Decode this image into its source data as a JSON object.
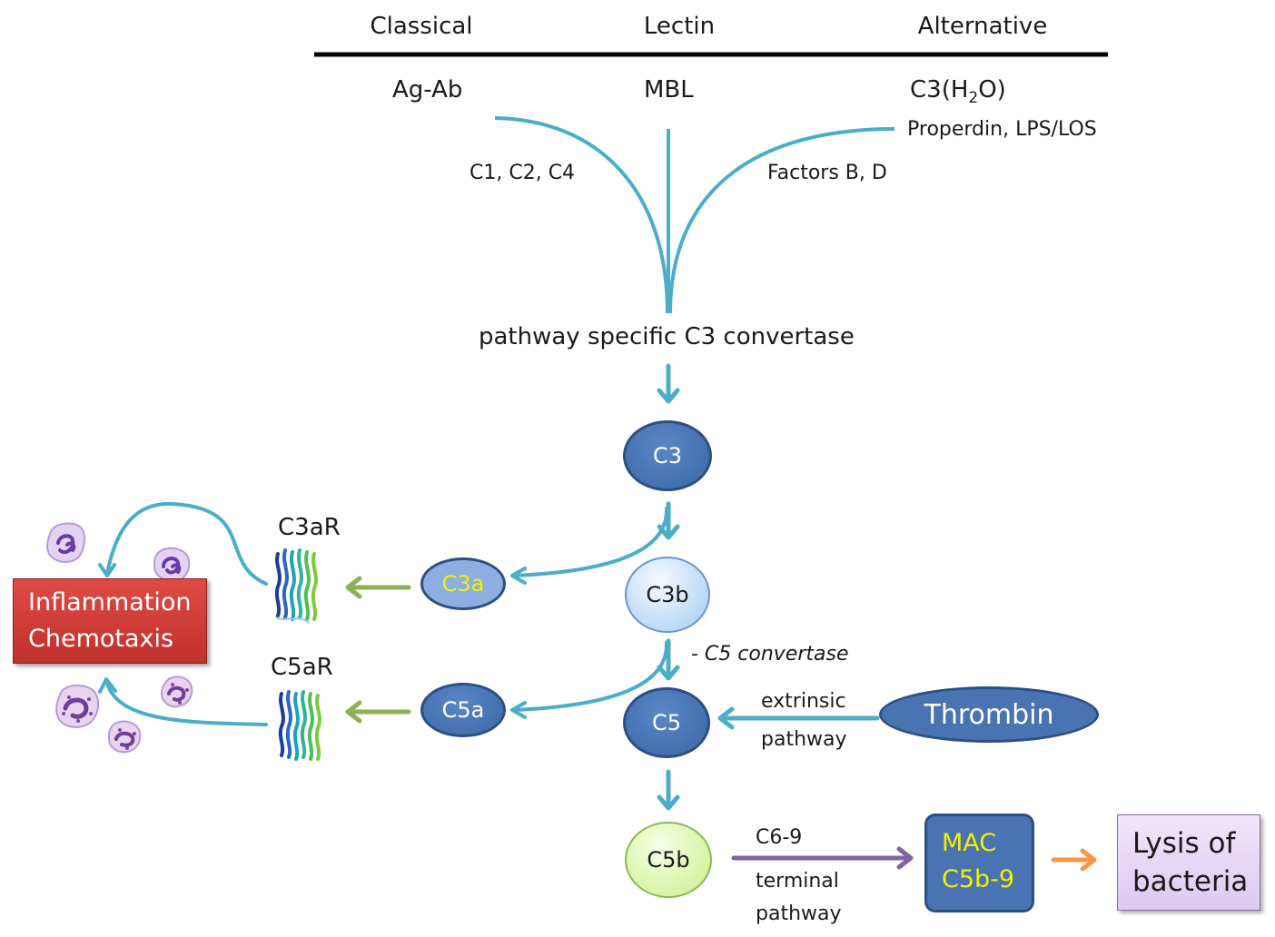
{
  "pathways": {
    "classical": {
      "title": "Classical",
      "trigger": "Ag-Ab",
      "factors": "C1, C2, C4"
    },
    "lectin": {
      "title": "Lectin",
      "trigger": "MBL"
    },
    "alternative": {
      "title": "Alternative",
      "trigger_main": "C3(H",
      "trigger_sub": "2",
      "trigger_end": "O)",
      "cofactors": "Properdin, LPS/LOS",
      "factors": "Factors B, D"
    }
  },
  "convertase_label": "pathway specific C3 convertase",
  "nodes": {
    "c3": "C3",
    "c3a": "C3a",
    "c3b": "C3b",
    "c5": "C5",
    "c5a": "C5a",
    "c5b": "C5b",
    "thrombin": "Thrombin"
  },
  "receptors": {
    "c3ar": "C3aR",
    "c5ar": "C5aR"
  },
  "c5_convertase": "- C5 convertase",
  "extrinsic": {
    "line1": "extrinsic",
    "line2": "pathway"
  },
  "terminal": {
    "top": "C6-9",
    "line1": "terminal",
    "line2": "pathway"
  },
  "outcomes": {
    "inflammation": {
      "line1": "Inflammation",
      "line2": "Chemotaxis"
    },
    "mac": {
      "line1": "MAC",
      "line2": "C5b-9"
    },
    "lysis": {
      "line1": "Lysis of",
      "line2": "bacteria"
    }
  },
  "colors": {
    "flow": "#4badc6",
    "receptor_arrow": "#8db052",
    "terminal_arrow": "#8064a2",
    "lysis_arrow": "#f79646",
    "node": "#4a73b2"
  }
}
